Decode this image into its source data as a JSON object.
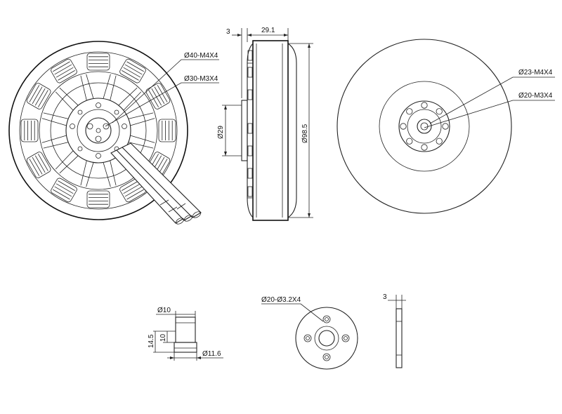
{
  "front_view": {
    "callouts": [
      "Ø40-M4X4",
      "Ø30-M3X4"
    ]
  },
  "side_view": {
    "dims": {
      "flange_thickness": "3",
      "width": "29.1",
      "shaft_diameter": "Ø29",
      "outer_diameter": "Ø98.5"
    }
  },
  "back_view": {
    "callouts": [
      "Ø23-M4X4",
      "Ø20-M3X4"
    ]
  },
  "spacer": {
    "dims": {
      "top_diameter": "Ø10",
      "height_total": "14.5",
      "height_inner": "10",
      "base_diameter": "Ø11.6"
    }
  },
  "plate": {
    "callout": "Ø20-Ø3.2X4"
  },
  "plate_side": {
    "thickness": "3"
  }
}
